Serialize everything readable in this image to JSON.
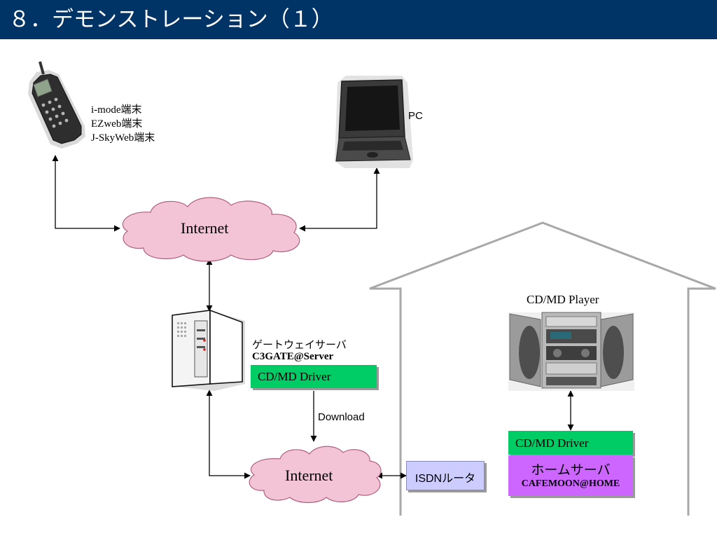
{
  "title": "８．デモンストレーション（１）",
  "nodes": {
    "terminals": [
      "i-mode端末",
      "EZweb端末",
      "J-SkyWeb端末"
    ],
    "pc": "PC",
    "internet_top": "Internet",
    "internet_bottom": "Internet",
    "gateway_jp": "ゲートウェイサーバ",
    "gateway_name": "C3GATE@Server",
    "gateway_driver": "CD/MD Driver",
    "download": "Download",
    "cdmd_player": "CD/MD Player",
    "home_driver": "CD/MD Driver",
    "home_server_jp": "ホームサーバ",
    "home_server_name": "CAFEMOON@HOME",
    "isdn": "ISDNルータ"
  },
  "colors": {
    "title_bar": "#003366",
    "cloud_fill": "#f2c4d6",
    "driver_green": "#00cc66",
    "home_purple": "#cc66ff",
    "router_lilac": "#ccccff"
  }
}
